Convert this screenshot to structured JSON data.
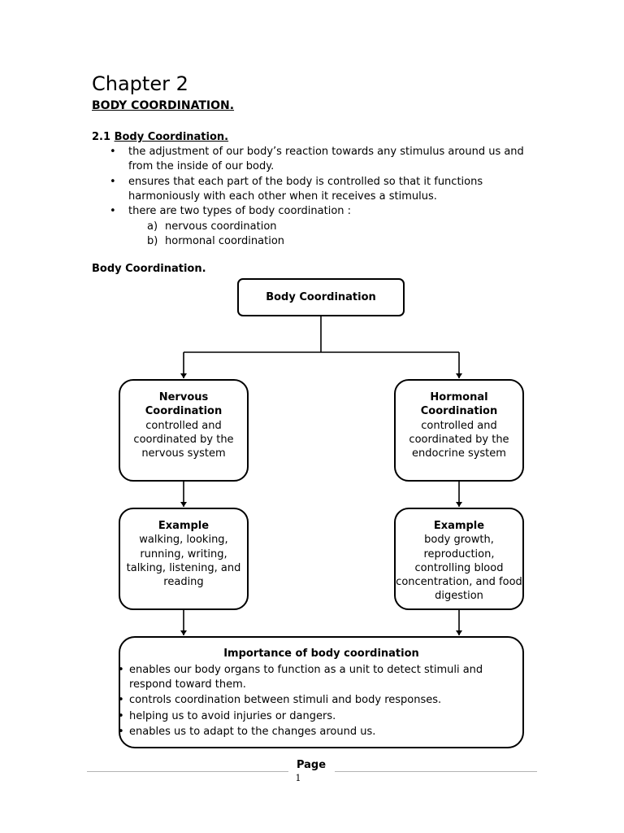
{
  "chapter": {
    "title": "Chapter 2",
    "subtitle": "BODY COORDINATION."
  },
  "section": {
    "number": "2.1",
    "heading": "Body Coordination.",
    "bullets": [
      "the adjustment of our body’s reaction towards any stimulus around us and from the inside of our body.",
      "ensures that each part of the body is controlled so that it functions harmoniously with each other when it receives a stimulus.",
      "there are two types of body coordination :"
    ],
    "types": [
      {
        "marker": "a)",
        "text": "nervous coordination"
      },
      {
        "marker": "b)",
        "text": "hormonal coordination"
      }
    ]
  },
  "diagram": {
    "label": "Body Coordination.",
    "root": "Body Coordination",
    "nervous": {
      "title_line1": "Nervous",
      "title_line2": "Coordination",
      "body": [
        "controlled and",
        "coordinated by the",
        "nervous system"
      ]
    },
    "hormonal": {
      "title_line1": "Hormonal",
      "title_line2": "Coordination",
      "body": [
        "controlled and",
        "coordinated by the",
        "endocrine system"
      ]
    },
    "nervous_example": {
      "title": "Example",
      "body": [
        "walking, looking,",
        "running, writing,",
        "talking, listening, and",
        "reading"
      ]
    },
    "hormonal_example": {
      "title": "Example",
      "body": [
        "body growth,",
        "reproduction,",
        "controlling blood",
        "concentration, and food",
        "digestion"
      ]
    },
    "importance": {
      "title": "Importance of body coordination",
      "items": [
        "enables our body organs to function as a unit to detect stimuli and respond toward them.",
        "controls coordination between stimuli and body responses.",
        "helping us to avoid injuries or dangers.",
        "enables us to adapt to the changes around us."
      ]
    }
  },
  "footer": {
    "label": "Page",
    "number": "1"
  }
}
